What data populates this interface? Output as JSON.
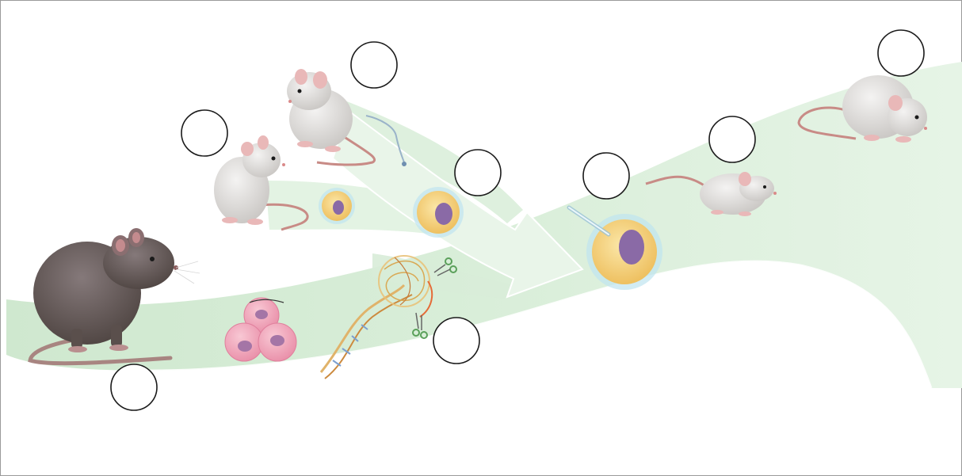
{
  "diagram": {
    "labels": [
      {
        "id": "label-1",
        "text": ""
      },
      {
        "id": "label-2",
        "text": ""
      },
      {
        "id": "label-3",
        "text": ""
      },
      {
        "id": "label-4",
        "text": ""
      },
      {
        "id": "label-5",
        "text": ""
      },
      {
        "id": "label-6",
        "text": ""
      },
      {
        "id": "label-7",
        "text": ""
      },
      {
        "id": "label-8",
        "text": ""
      }
    ]
  },
  "colors": {
    "band": "#d6ecd6",
    "band_light": "#eaf6ea",
    "rat_fur": "#6d625e",
    "mouse_fur": "#e2e0de",
    "cell_cytoplasm": "#f3cf72",
    "nucleus": "#8a6aa6",
    "halo": "#9fd6ea",
    "pink_cell": "#f2a9bd",
    "tail": "#c88b86"
  }
}
